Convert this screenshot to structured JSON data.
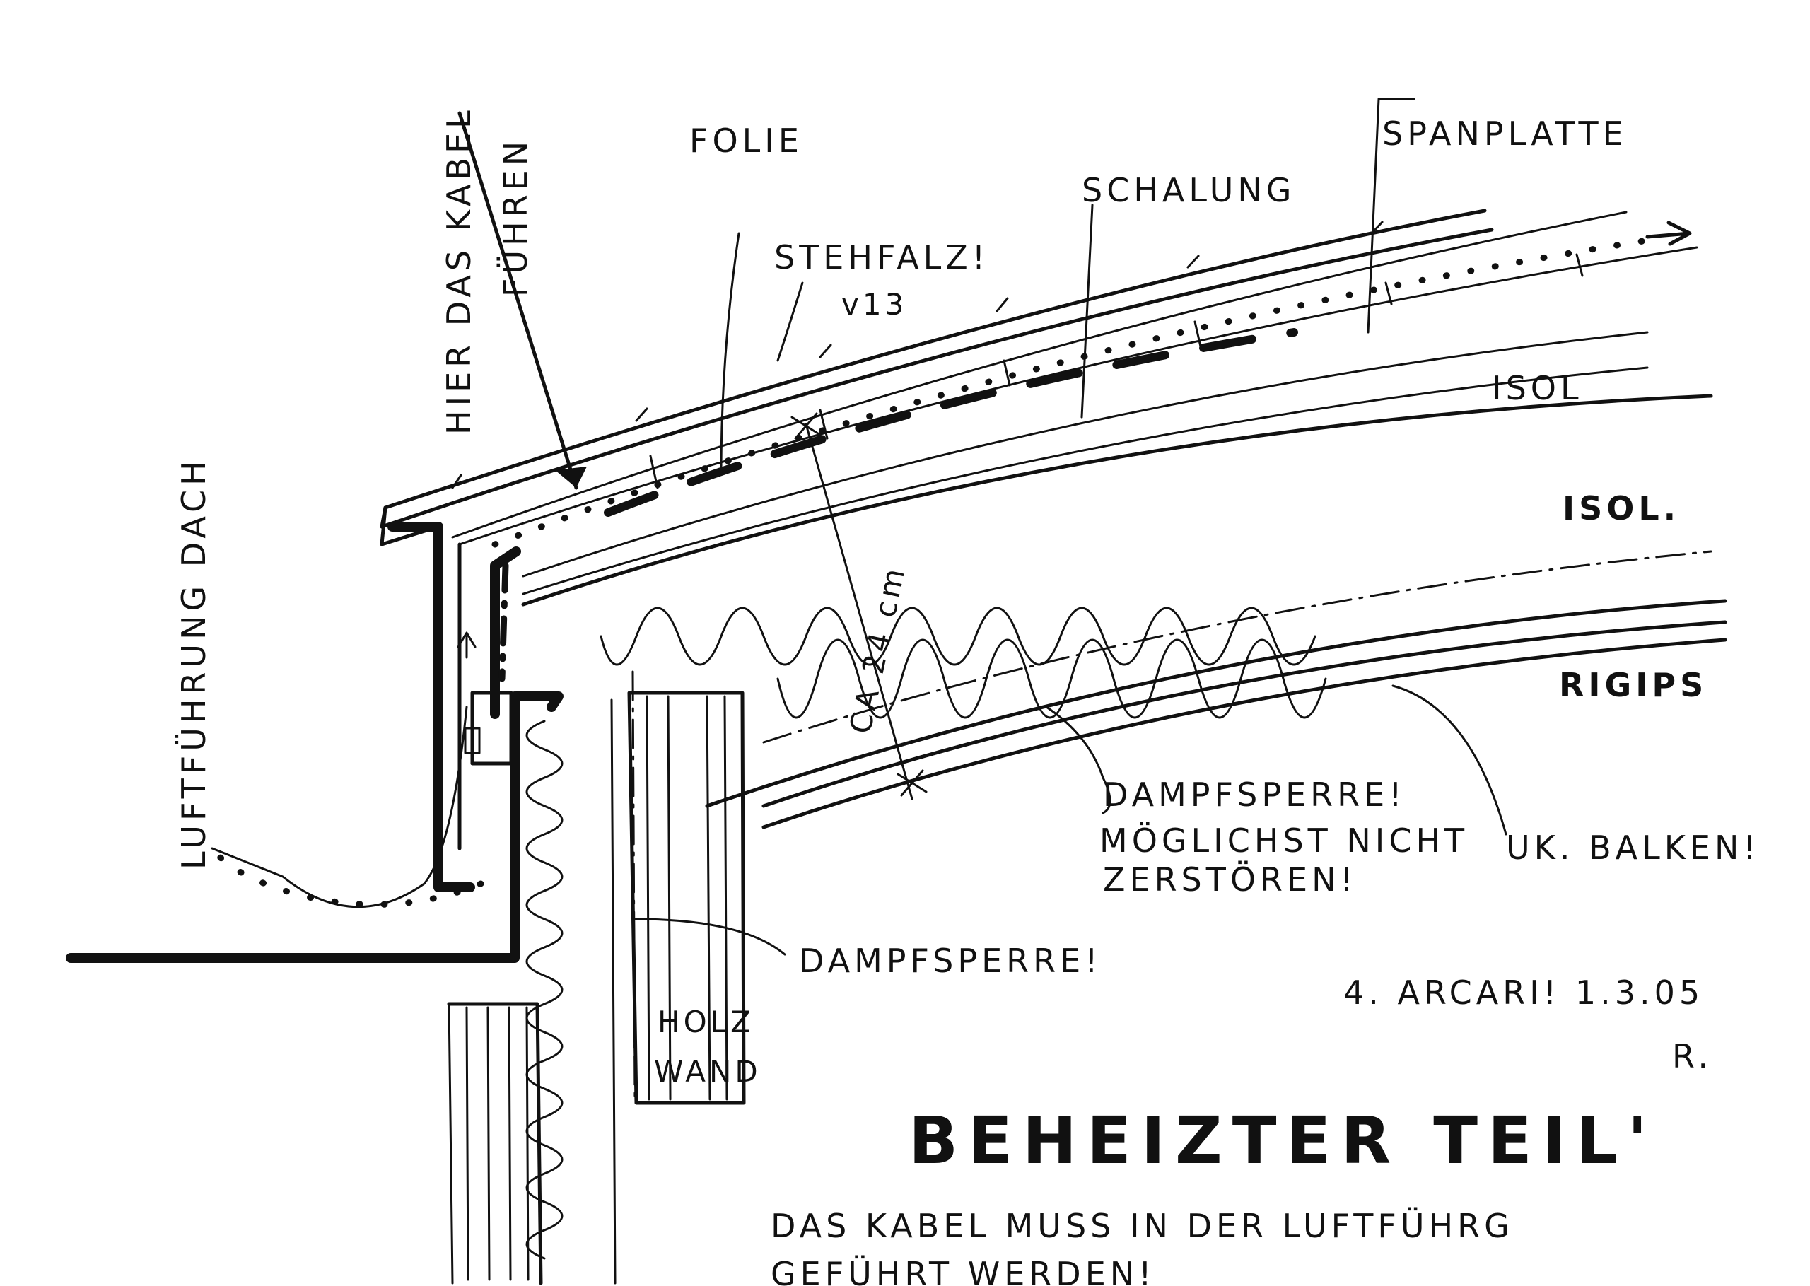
{
  "labels": {
    "luftfuehrung": "LUFTFÜHRUNG DACH",
    "hier_kabel": "HIER DAS KABEL",
    "fuehren": "FÜHREN",
    "folie": "FOLIE",
    "stehfalz": "STEHFALZ!",
    "v13": "v13",
    "schalung": "SCHALUNG",
    "spanplatte": "SPANPLATTE",
    "isol_small": "ISOL",
    "isol": "ISOL.",
    "rigips": "RIGIPS",
    "ca24": "CA 24 cm",
    "dampfsperre_1": "DAMPFSPERRE!",
    "moeglichst": "MÖGLICHST NICHT",
    "zerstoeren": "ZERSTÖREN!",
    "uk_balken": "UK. BALKEN!",
    "dampfsperre_2": "DAMPFSPERRE!",
    "holz": "HOLZ",
    "wand": "WAND"
  },
  "signature": {
    "line1": "4. ARCARI! 1.3.05",
    "line2": "R."
  },
  "title": "BEHEIZTER TEIL'",
  "note": {
    "line1": "DAS KABEL MUSS IN DER LUFTFÜHRG",
    "line2": "GEFÜHRT WERDEN!"
  }
}
